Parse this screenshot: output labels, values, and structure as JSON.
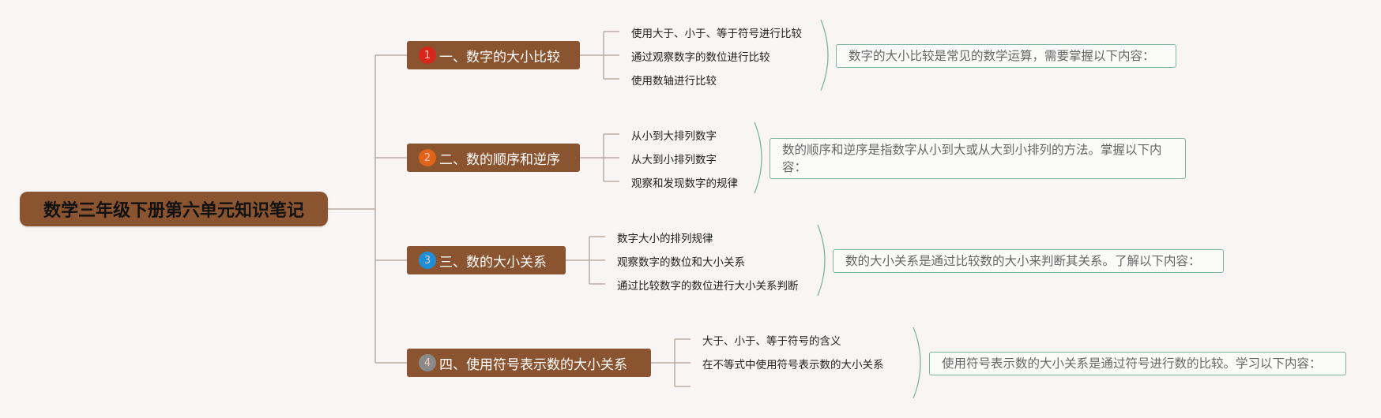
{
  "root": {
    "title": "数学三年级下册第六单元知识笔记"
  },
  "topics": [
    {
      "number": "1",
      "badge_color": "#d7261a",
      "title": "一、数字的大小比较",
      "items": [
        "使用大于、小于、等于符号进行比较",
        "通过观察数字的数位进行比较",
        "使用数轴进行比较"
      ],
      "note": "数字的大小比较是常见的数学运算，需要掌握以下内容："
    },
    {
      "number": "2",
      "badge_color": "#e0651a",
      "title": "二、数的顺序和逆序",
      "items": [
        "从小到大排列数字",
        "从大到小排列数字",
        "观察和发现数字的规律"
      ],
      "note": "数的顺序和逆序是指数字从小到大或从大到小排列的方法。掌握以下内容："
    },
    {
      "number": "3",
      "badge_color": "#1e8fd6",
      "title": "三、数的大小关系",
      "items": [
        "数字大小的排列规律",
        "观察数字的数位和大小关系",
        "通过比较数字的数位进行大小关系判断"
      ],
      "note": "数的大小关系是通过比较数的大小来判断其关系。了解以下内容："
    },
    {
      "number": "4",
      "badge_color": "#8a8a8a",
      "title": "四、使用符号表示数的大小关系",
      "items": [
        "大于、小于、等于符号的含义",
        "在不等式中使用符号表示数的大小关系",
        ""
      ],
      "note": "使用符号表示数的大小关系是通过符号进行数的比较。学习以下内容："
    }
  ]
}
